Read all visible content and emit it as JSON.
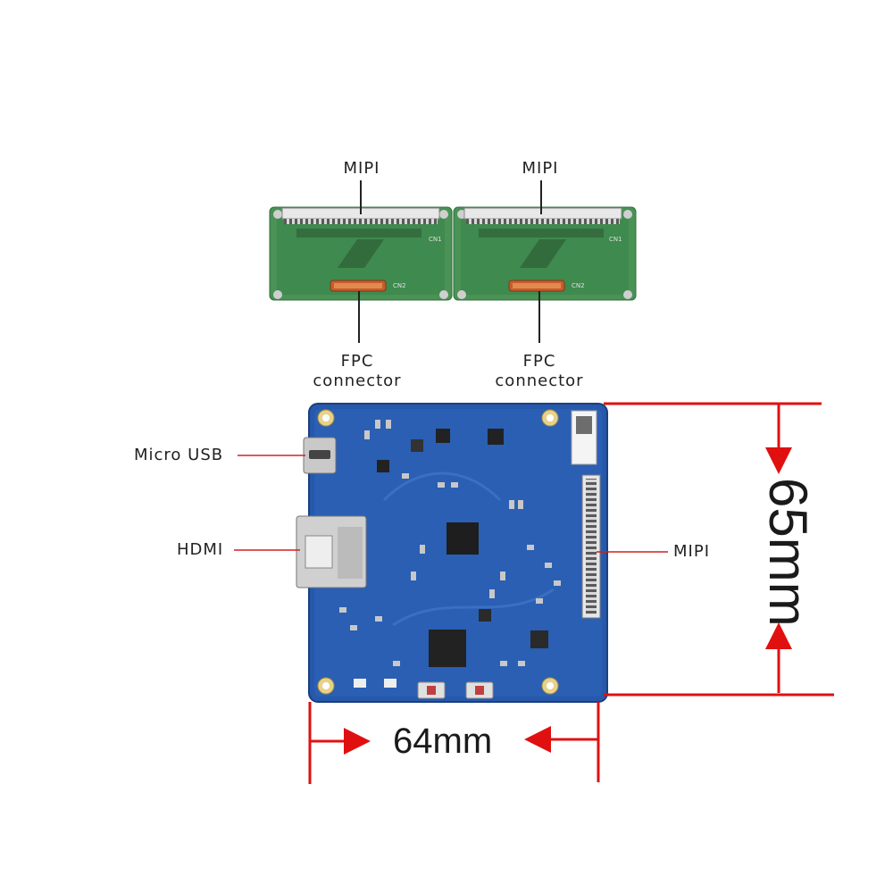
{
  "adapter_boards": {
    "left": {
      "top_label": "MIPI",
      "bottom_label_line1": "FPC",
      "bottom_label_line2": "connector"
    },
    "right": {
      "top_label": "MIPI",
      "bottom_label_line1": "FPC",
      "bottom_label_line2": "connector"
    }
  },
  "main_board": {
    "micro_usb_label": "Micro USB",
    "hdmi_label": "HDMI",
    "mipi_label": "MIPI"
  },
  "dimensions": {
    "width_label": "64mm",
    "height_label": "65mm"
  },
  "colors": {
    "dimension_red": "#e01010",
    "pcb_blue": "#2456a8",
    "pcb_green": "#3f8a4e"
  }
}
